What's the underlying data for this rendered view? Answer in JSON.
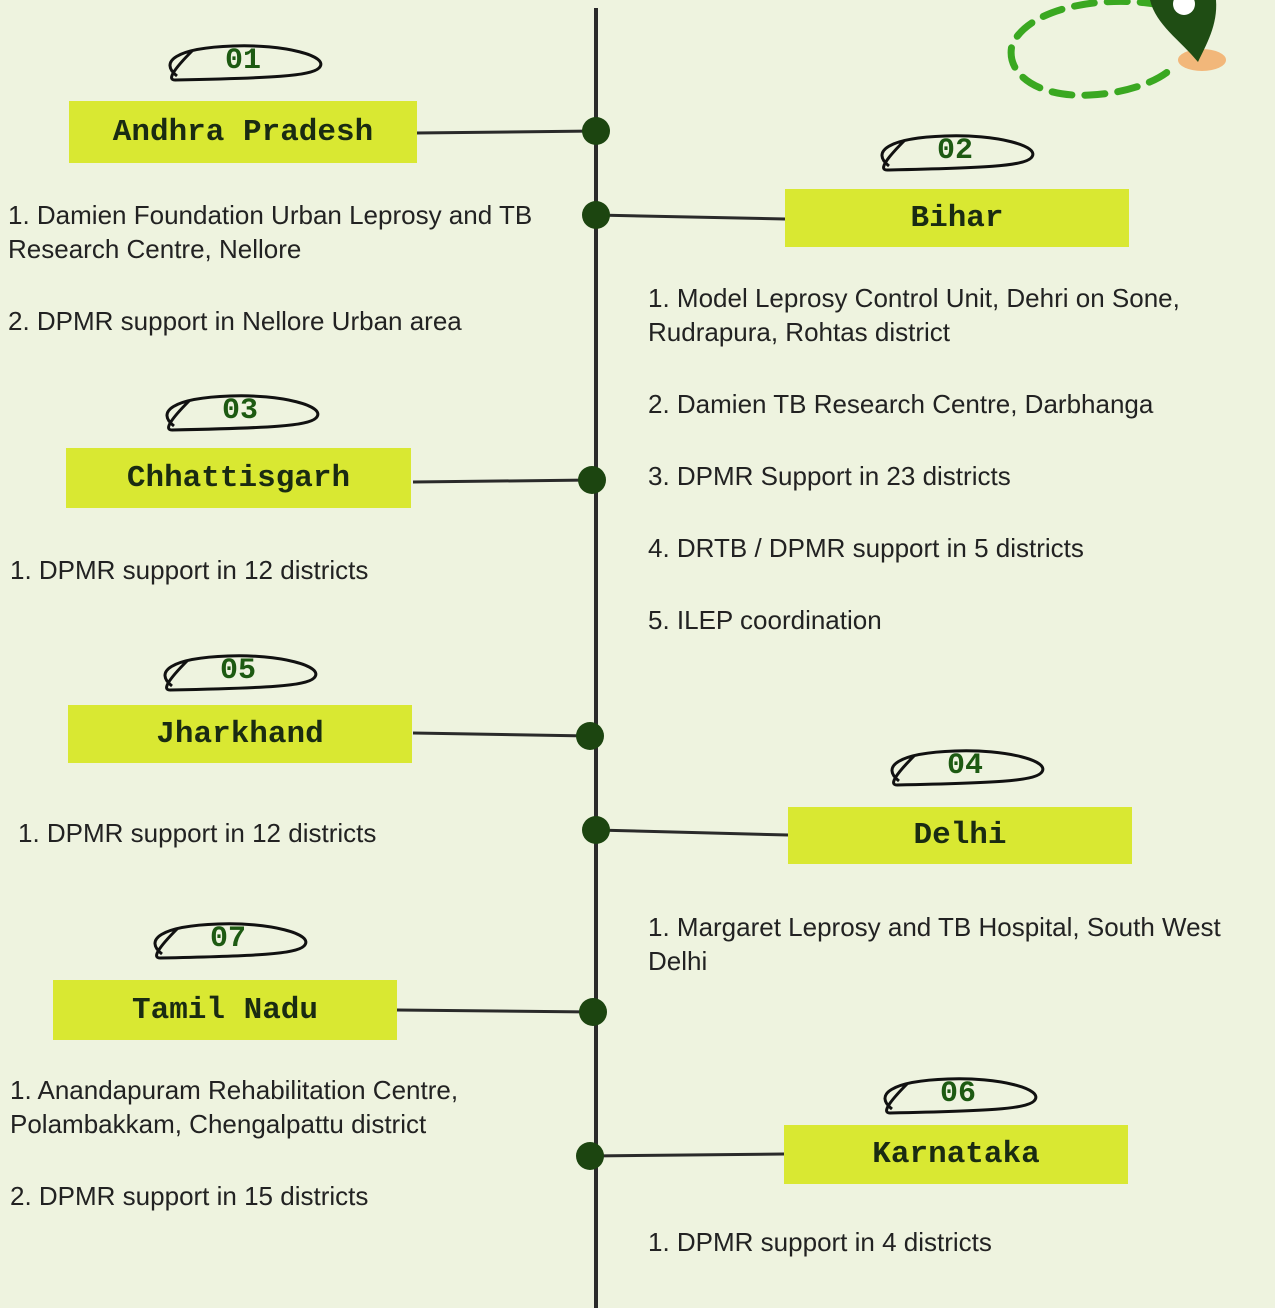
{
  "colors": {
    "background": "#eef3df",
    "label_fill": "#d9e832",
    "node": "#1c4510",
    "line": "#2a2a2a",
    "number_text": "#1d5a12"
  },
  "states": [
    {
      "id": "ap",
      "number": "01",
      "name": "Andhra Pradesh",
      "items": [
        "1. Damien Foundation Urban Leprosy and TB Research Centre, Nellore",
        "2. DPMR support in Nellore Urban area"
      ]
    },
    {
      "id": "bihar",
      "number": "02",
      "name": "Bihar",
      "items": [
        "1. Model Leprosy Control Unit, Dehri on Sone, Rudrapura, Rohtas district",
        "2. Damien TB Research Centre, Darbhanga",
        "3. DPMR Support in 23 districts",
        "4. DRTB / DPMR support in 5 districts",
        "5. ILEP coordination"
      ]
    },
    {
      "id": "cg",
      "number": "03",
      "name": "Chhattisgarh",
      "items": [
        "1. DPMR support in 12 districts"
      ]
    },
    {
      "id": "delhi",
      "number": "04",
      "name": "Delhi",
      "items": [
        "1.  Margaret Leprosy and TB Hospital, South West Delhi"
      ]
    },
    {
      "id": "jh",
      "number": "05",
      "name": "Jharkhand",
      "items": [
        "1. DPMR support in 12 districts"
      ]
    },
    {
      "id": "ka",
      "number": "06",
      "name": "Karnataka",
      "items": [
        "1. DPMR support in 4 districts"
      ]
    },
    {
      "id": "tn",
      "number": "07",
      "name": "Tamil Nadu",
      "items": [
        "1. Anandapuram Rehabilitation Centre, Polambakkam, Chengalpattu district",
        "2. DPMR support in 15 districts"
      ]
    }
  ],
  "icons": [
    "location-pin-icon"
  ]
}
